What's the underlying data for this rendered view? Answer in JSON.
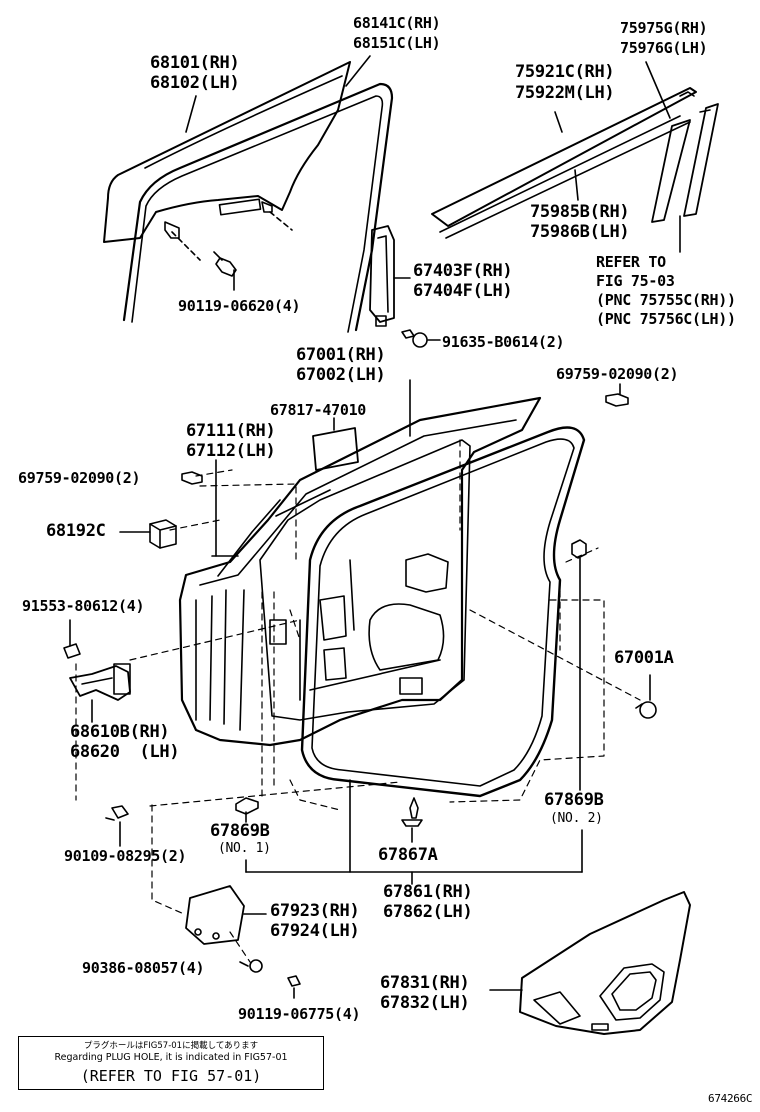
{
  "diagram": {
    "figure_code": "674266C",
    "labels": {
      "p68141c": "68141C(RH)",
      "p68151c": "68151C(LH)",
      "p75975g": "75975G(RH)",
      "p75976g": "75976G(LH)",
      "p68101": "68101(RH)",
      "p68102": "68102(LH)",
      "p75921c": "75921C(RH)",
      "p75922m": "75922M(LH)",
      "p75985b": "75985B(RH)",
      "p75986b": "75986B(LH)",
      "refer1": "REFER TO",
      "refer2": "FIG 75-03",
      "refer3": "(PNC 75755C(RH))",
      "refer4": "(PNC 75756C(LH))",
      "p67403f": "67403F(RH)",
      "p67404f": "67404F(LH)",
      "p90119_06620": "90119-06620(4)",
      "p91635": "91635-B0614(2)",
      "p67001": "67001(RH)",
      "p67002": "67002(LH)",
      "p69759_r": "69759-02090(2)",
      "p67817": "67817-47010",
      "p67111": "67111(RH)",
      "p67112": "67112(LH)",
      "p69759_l": "69759-02090(2)",
      "p68192c": "68192C",
      "p91553": "91553-80612(4)",
      "p67001a": "67001A",
      "p68610b": "68610B(RH)",
      "p68620": "68620  (LH)",
      "p67869b_r": "67869B",
      "p67869b_r_no": "(NO. 2)",
      "p67869b_l": "67869B",
      "p67869b_l_no": "(NO. 1)",
      "p90109": "90109-08295(2)",
      "p67867a": "67867A",
      "p67861": "67861(RH)",
      "p67862": "67862(LH)",
      "p67923": "67923(RH)",
      "p67924": "67924(LH)",
      "p90386": "90386-08057(4)",
      "p67831": "67831(RH)",
      "p67832": "67832(LH)",
      "p90119_06775": "90119-06775(4)"
    },
    "note": {
      "line1": "プラグホールはFIG57-01に掲載してあります",
      "line2": "Regarding PLUG HOLE, it is indicated in FIG57-01",
      "line3": "(REFER TO FIG 57-01)"
    }
  }
}
